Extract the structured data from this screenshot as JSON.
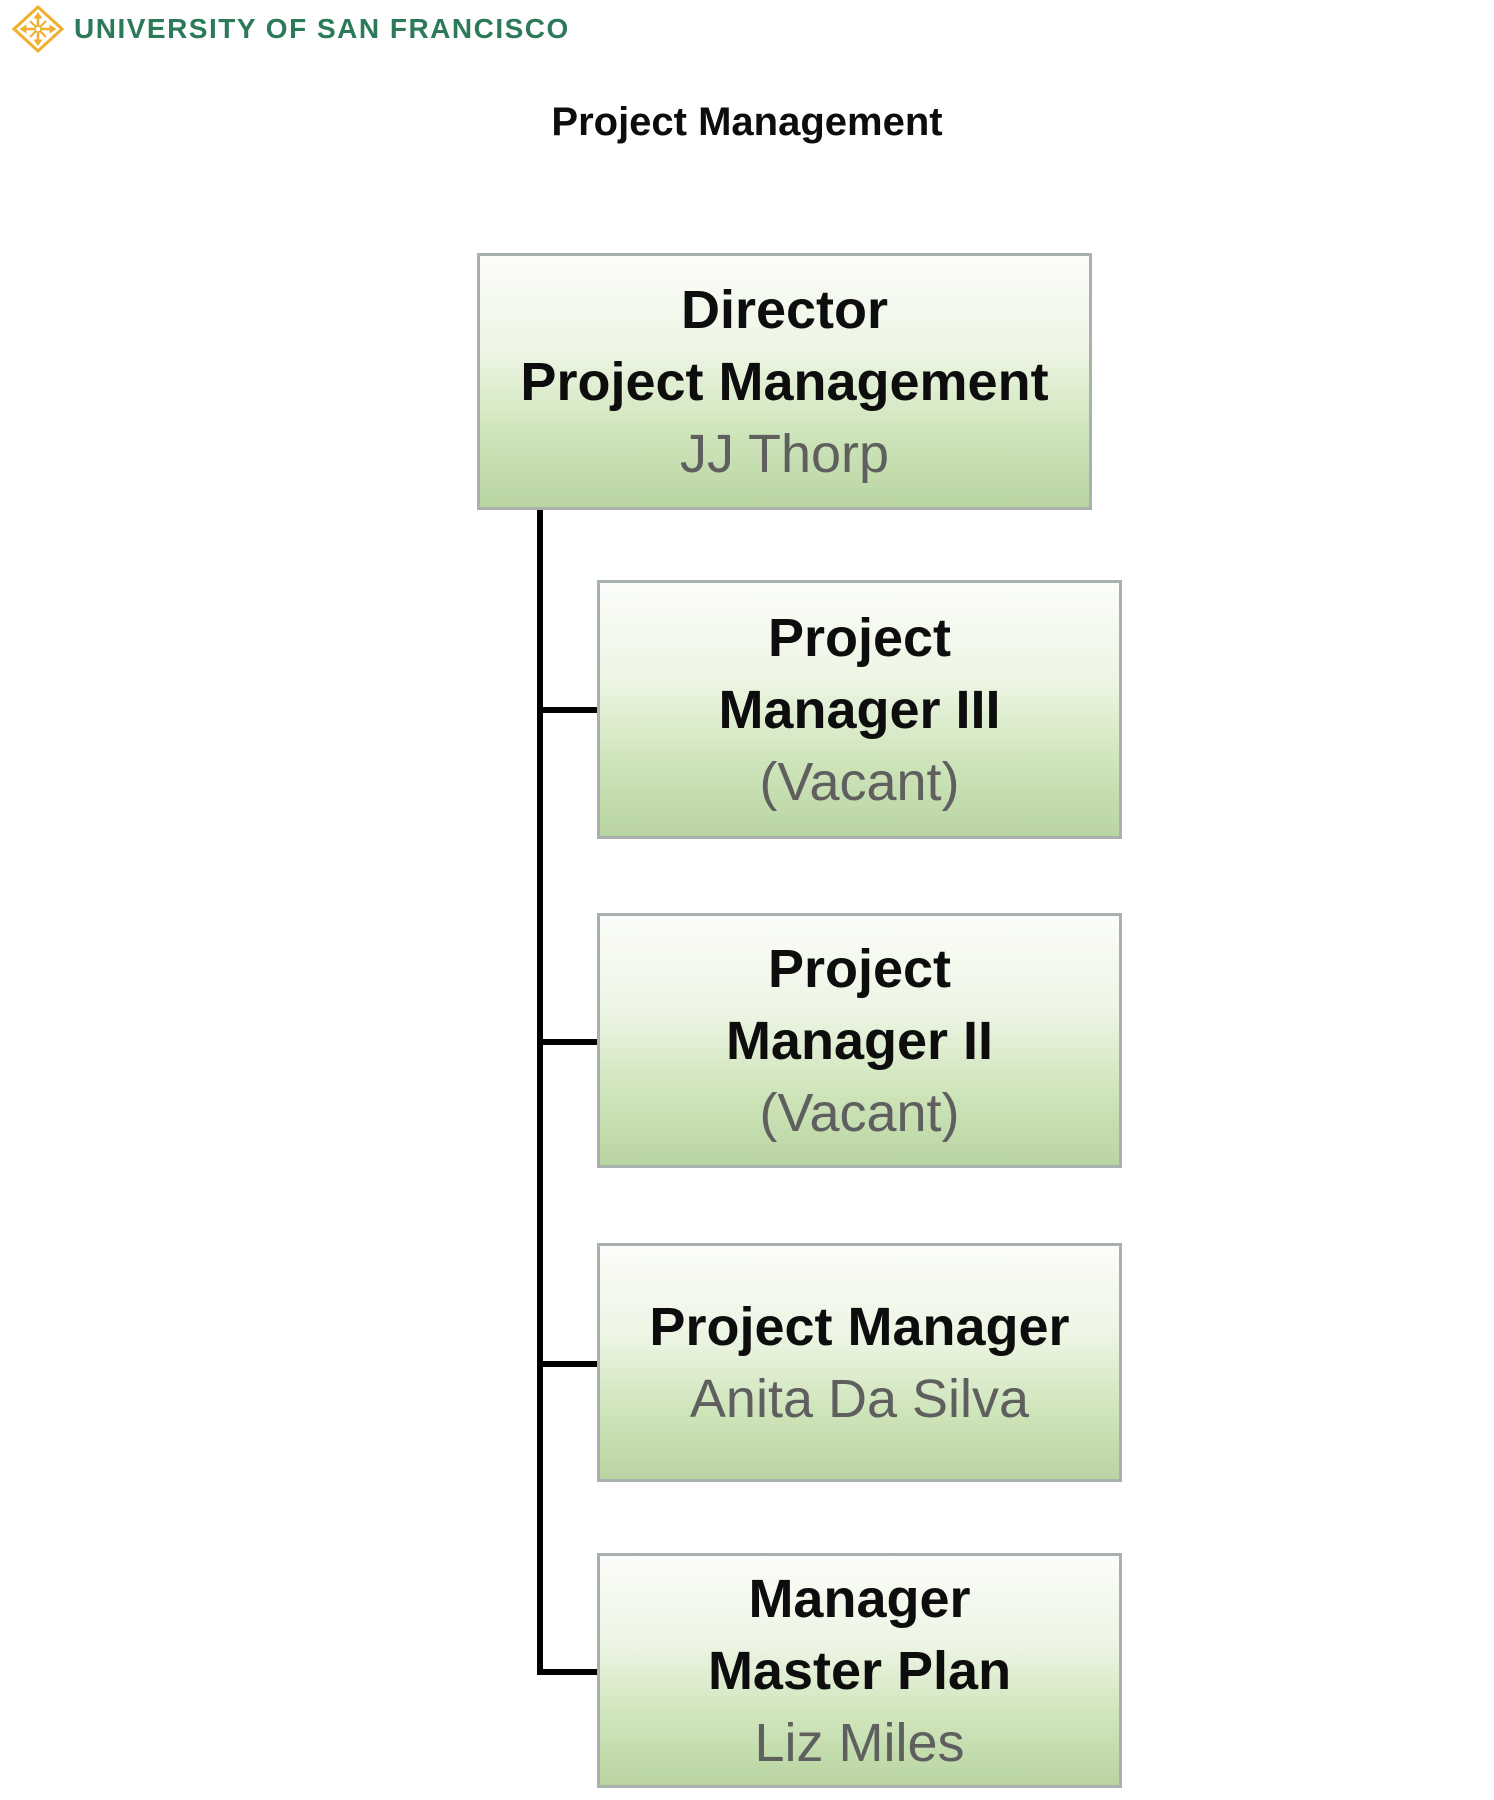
{
  "logo": {
    "institution": "UNIVERSITY OF SAN FRANCISCO",
    "icon": "usf-compass-icon"
  },
  "page_title": "Project Management",
  "colors": {
    "usf-green": "#2c7a59",
    "usf-gold": "#f0b02f",
    "box-border": "#a9b1ae",
    "box-grad-top": "#fbfdf9",
    "box-grad-mid": "#edf5e4",
    "box-grad-bottom": "#b9d5a2",
    "title-text": "#0d0d0d",
    "name-text": "#5f5f5f",
    "connector": "#000000"
  },
  "org_chart": {
    "root": {
      "lines": [
        "Director",
        "Project Management"
      ],
      "name": "JJ Thorp"
    },
    "reports": [
      {
        "lines": [
          "Project",
          "Manager III"
        ],
        "name": "(Vacant)"
      },
      {
        "lines": [
          "Project",
          "Manager II"
        ],
        "name": "(Vacant)"
      },
      {
        "lines": [
          "Project Manager"
        ],
        "name": "Anita Da Silva"
      },
      {
        "lines": [
          "Manager",
          "Master Plan"
        ],
        "name": "Liz Miles"
      }
    ]
  }
}
